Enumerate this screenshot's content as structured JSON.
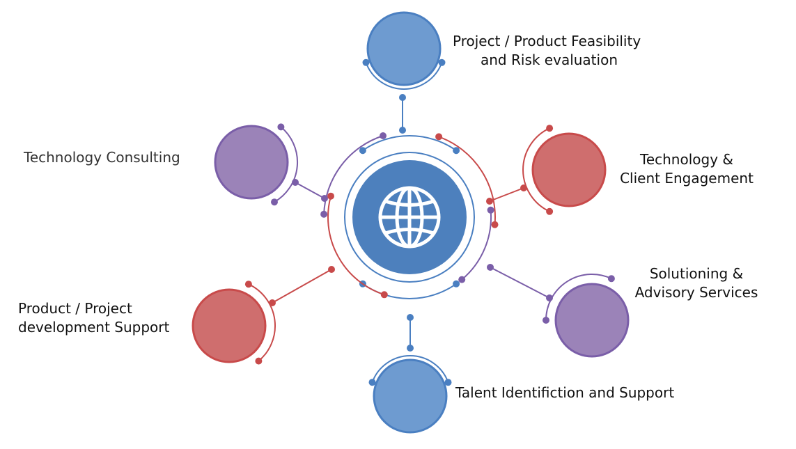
{
  "colors": {
    "blue": "#4a7fc1",
    "blue_fill": "#6e9bd0",
    "red": "#c84a4a",
    "red_fill": "#cf6e6e",
    "purple": "#7a5ea8",
    "purple_fill": "#9b83b8",
    "hub": "#4d80bd",
    "ring": "#4a7fc1"
  },
  "hub": {
    "icon": "globe-icon"
  },
  "nodes": [
    {
      "id": "feasibility",
      "color": "blue",
      "lines": [
        "Project / Product Feasibility",
        "and Risk evaluation"
      ]
    },
    {
      "id": "engagement",
      "color": "red",
      "lines": [
        "Technology &",
        "Client Engagement"
      ]
    },
    {
      "id": "advisory",
      "color": "purple",
      "lines": [
        "Solutioning &",
        "Advisory Services"
      ]
    },
    {
      "id": "talent",
      "color": "blue",
      "lines": [
        "Talent Identifiction and Support"
      ]
    },
    {
      "id": "development",
      "color": "red",
      "lines": [
        "Product / Project",
        "development Support"
      ]
    },
    {
      "id": "consulting",
      "color": "purple",
      "lines": [
        "Technology Consulting"
      ]
    }
  ]
}
